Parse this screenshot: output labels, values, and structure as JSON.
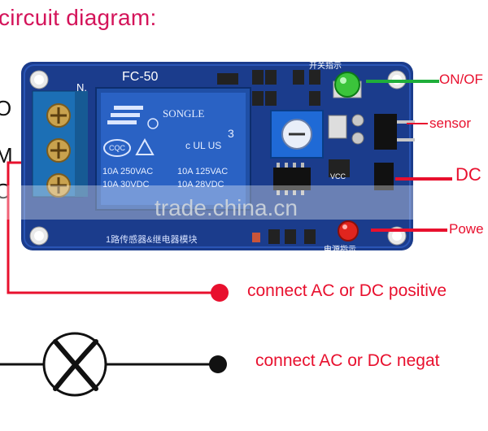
{
  "title": "circuit diagram:",
  "side_letters": [
    "O",
    "M",
    "C"
  ],
  "board": {
    "model": "FC-50",
    "n_label": "N.",
    "relay_brand": "SONGLE",
    "relay_number": "3",
    "relay_ratings": [
      "10A 250VAC",
      "10A 125VAC",
      "10A 30VDC",
      "10A 28VDC"
    ],
    "relay_cert_left": "CQC",
    "relay_cert_ul": "c UL US",
    "bottom_text": "1路传感器&继电器模块",
    "chinese_switch": "开关指示",
    "chinese_power": "电源指示",
    "vcc": "VCC"
  },
  "labels": {
    "on_off": "ON/OF",
    "sensor": "sensor",
    "dc": "DC",
    "power": "Powe",
    "connect_positive": "connect AC or DC positive",
    "connect_negative": "connect AC or DC negat"
  },
  "watermark": "trade.china.cn",
  "colors": {
    "board": "#1b3c8c",
    "wire": "#e8102e",
    "green_wire": "#1fae3a",
    "title": "#d4145a"
  }
}
